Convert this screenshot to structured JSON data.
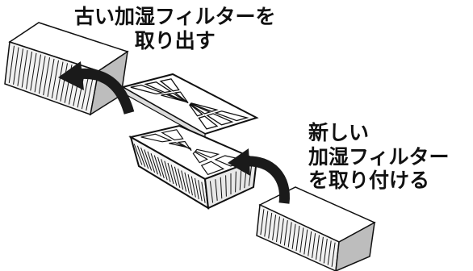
{
  "labels": {
    "remove_old": [
      "古い加湿フィルターを",
      "取り出す"
    ],
    "attach_new": [
      "新しい",
      "加湿フィルター",
      "を取り付ける"
    ]
  },
  "colors": {
    "ink": "#111111",
    "filter_fill": "#f2f2f2",
    "filter_shade": "#bdbdbd",
    "arrow": "#1a1a1a",
    "frame": "#ffffff"
  }
}
